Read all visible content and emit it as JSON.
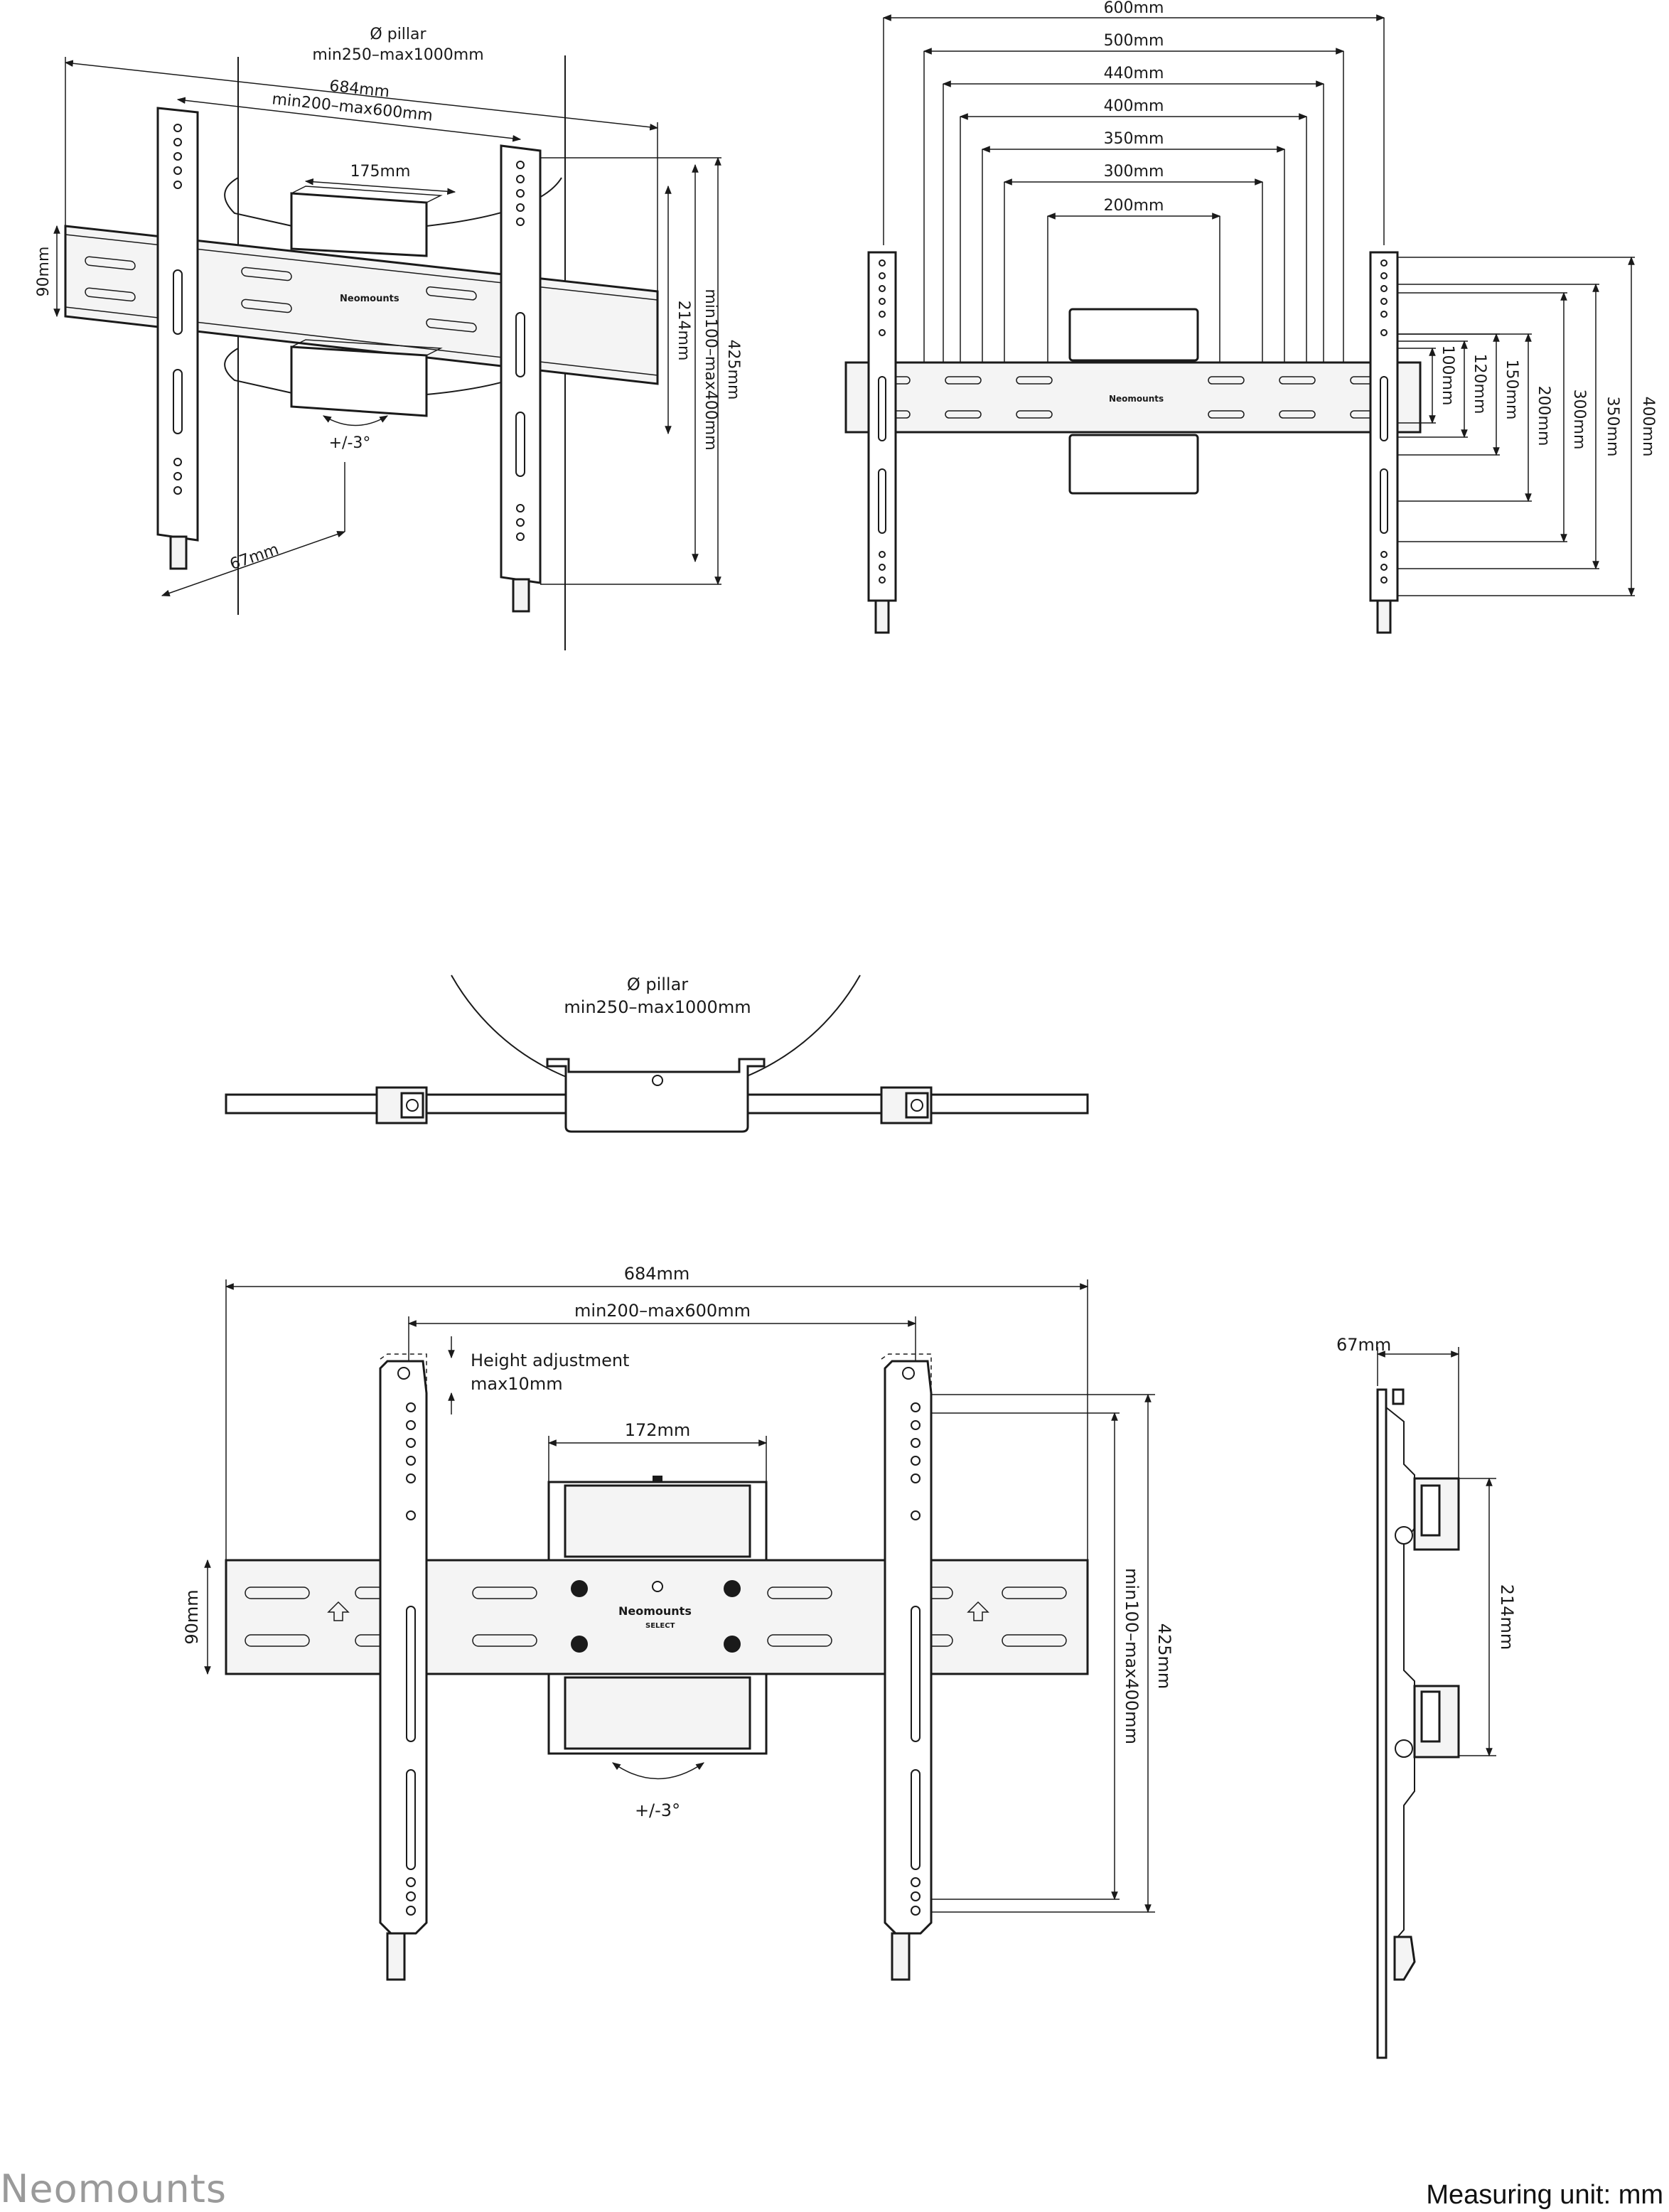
{
  "brand": {
    "logo_text": "Neomounts",
    "plate_logo": "Neomounts",
    "plate_sub": "SELECT"
  },
  "footer": {
    "measuring_unit": "Measuring unit: mm"
  },
  "views": {
    "iso": {
      "pillar_label": "Ø pillar",
      "pillar_range": "min250–max1000mm",
      "width_total": "684mm",
      "width_adj": "min200–max600mm",
      "clamp_width": "175mm",
      "bar_height": "90mm",
      "clamp_spacing": "214mm",
      "vesa_height": "min100–max400mm",
      "total_height": "425mm",
      "tilt": "+/-3°",
      "depth": "67mm"
    },
    "front_vesa": {
      "widths": [
        "600mm",
        "500mm",
        "440mm",
        "400mm",
        "350mm",
        "300mm",
        "200mm"
      ],
      "heights": [
        "100mm",
        "120mm",
        "150mm",
        "200mm",
        "300mm",
        "350mm",
        "400mm"
      ]
    },
    "top": {
      "pillar_label": "Ø pillar",
      "pillar_range": "min250–max1000mm"
    },
    "front": {
      "width_total": "684mm",
      "width_adj": "min200–max600mm",
      "height_adjust_label": "Height adjustment",
      "height_adjust_value": "max10mm",
      "clamp_width": "172mm",
      "bar_height": "90mm",
      "vesa_height": "min100–max400mm",
      "total_height": "425mm",
      "tilt": "+/-3°"
    },
    "side": {
      "depth": "67mm",
      "clamp_spacing": "214mm"
    }
  }
}
